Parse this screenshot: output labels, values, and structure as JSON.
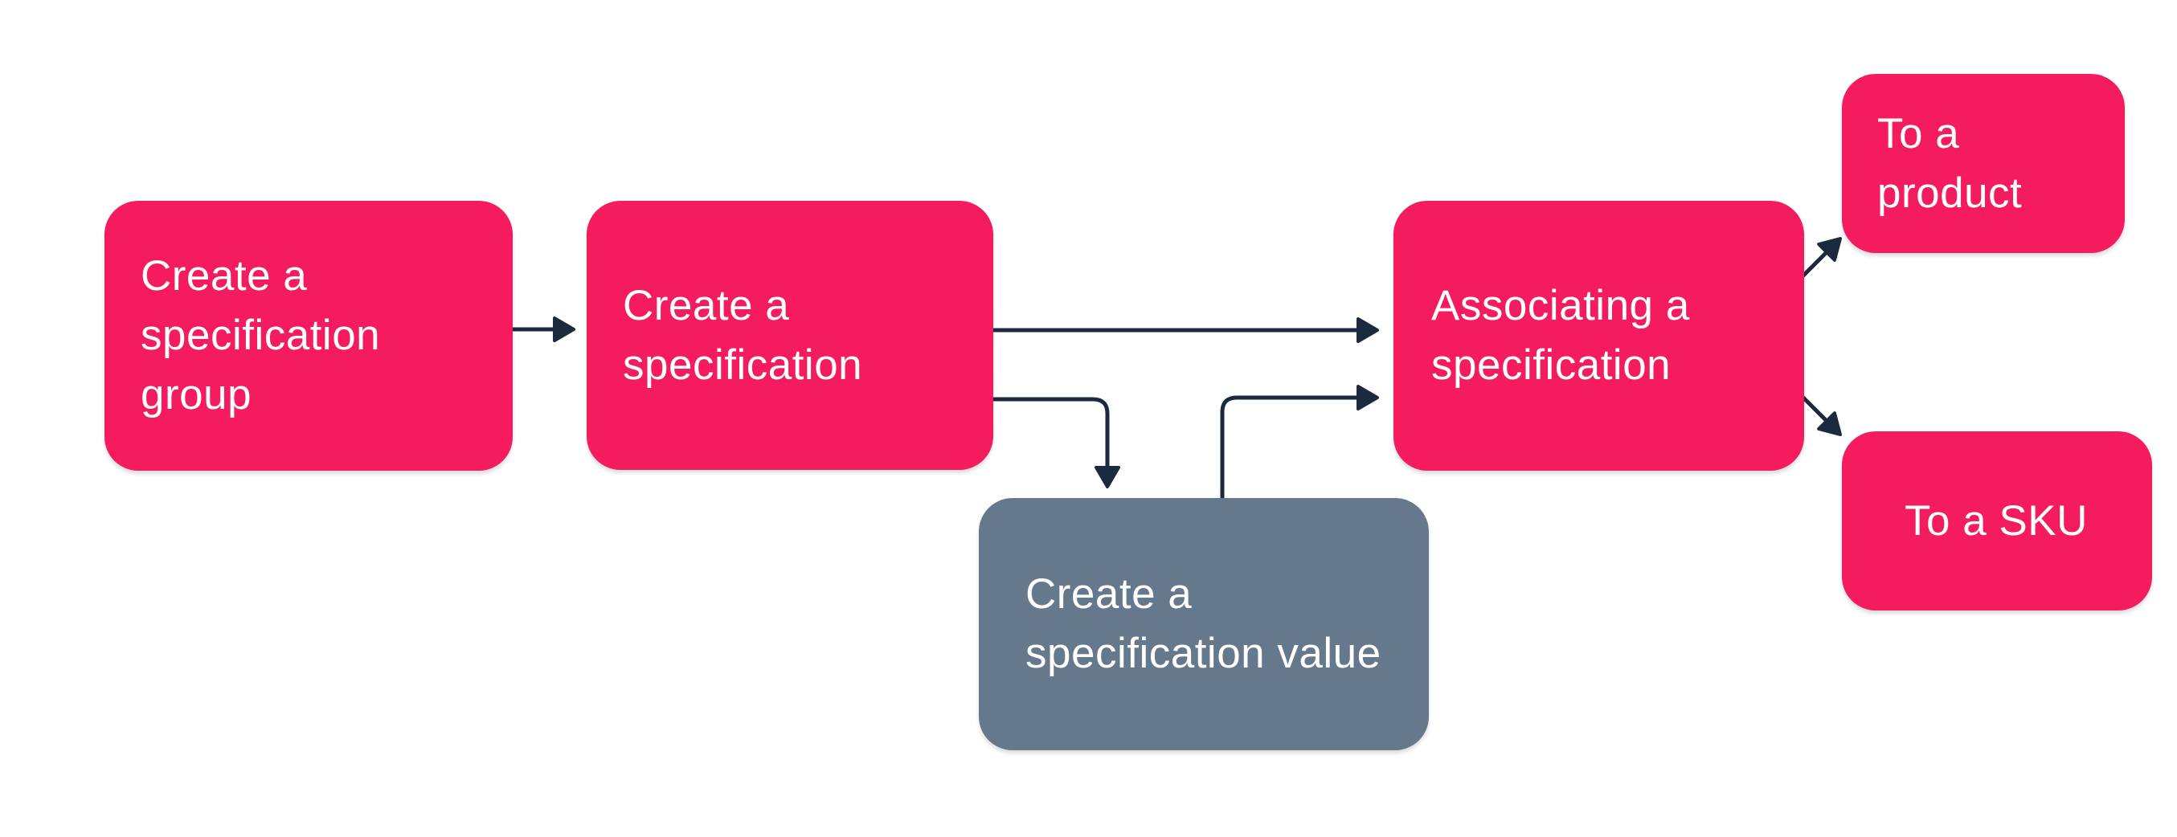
{
  "diagram": {
    "background": "#FFFFFF",
    "colors": {
      "primary_node": "#F41B5E",
      "secondary_node": "#66788B",
      "arrow": "#1B2A3E",
      "label_text": "#FFFFFF"
    },
    "nodes": [
      {
        "id": "create-specification-group",
        "label": "Create a specification group",
        "role": "primary"
      },
      {
        "id": "create-specification",
        "label": "Create a specification",
        "role": "primary"
      },
      {
        "id": "create-specification-value",
        "label": "Create a specification value",
        "role": "secondary"
      },
      {
        "id": "associating-a-specification",
        "label": "Associating a specification",
        "role": "primary"
      },
      {
        "id": "to-a-product",
        "label": "To a product",
        "role": "primary"
      },
      {
        "id": "to-a-sku",
        "label": "To a SKU",
        "role": "primary"
      }
    ],
    "edges": [
      {
        "from": "create-specification-group",
        "to": "create-specification"
      },
      {
        "from": "create-specification",
        "to": "associating-a-specification"
      },
      {
        "from": "create-specification",
        "to": "create-specification-value"
      },
      {
        "from": "create-specification-value",
        "to": "associating-a-specification"
      },
      {
        "from": "associating-a-specification",
        "to": "to-a-product"
      },
      {
        "from": "associating-a-specification",
        "to": "to-a-sku"
      }
    ]
  }
}
